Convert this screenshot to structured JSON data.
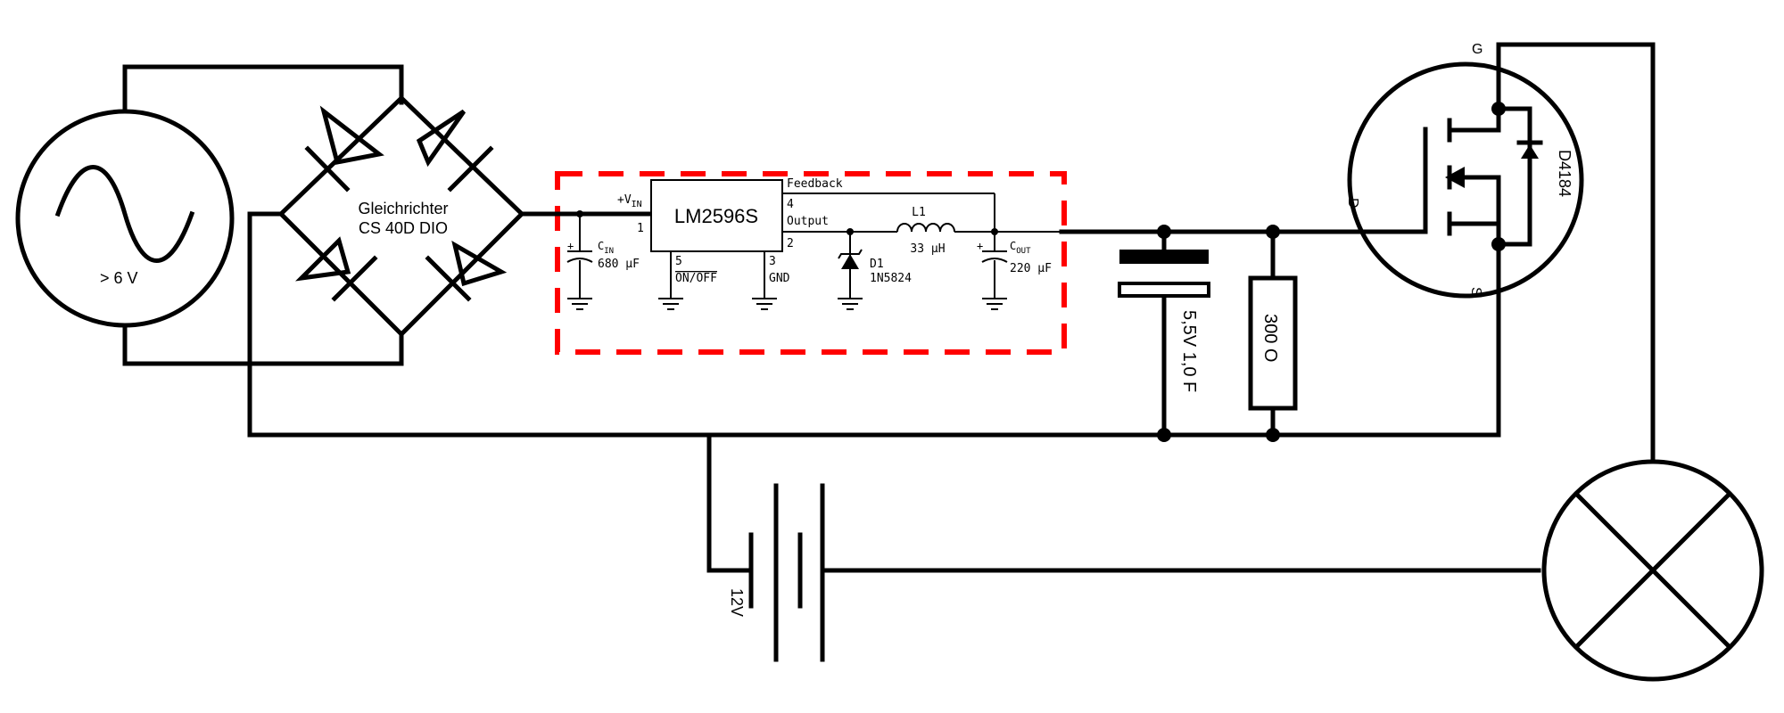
{
  "diagram": {
    "ac_source": {
      "label": "> 6 V"
    },
    "rectifier": {
      "label_line1": "Gleichrichter",
      "label_line2": "CS 40D DIO"
    },
    "regulator": {
      "chip": "LM2596S",
      "vin_label": "+V",
      "vin_sub": "IN",
      "feedback": "Feedback",
      "output": "Output",
      "onoff": "ON/OFF",
      "gnd": "GND",
      "pins": {
        "vin": "1",
        "output": "2",
        "gnd": "3",
        "feedback": "4",
        "onoff": "5"
      }
    },
    "cin": {
      "name": "C",
      "sub": "IN",
      "value": "680 µF"
    },
    "d1": {
      "name": "D1",
      "part": "1N5824"
    },
    "l1": {
      "name": "L1",
      "value": "33 µH"
    },
    "cout": {
      "name": "C",
      "sub": "OUT",
      "value": "220 µF"
    },
    "supercap": {
      "label": "5,5V 1,0 F"
    },
    "resistor": {
      "label": "300 O"
    },
    "mosfet": {
      "part": "D4184",
      "gate": "G",
      "drain": "D",
      "source": "S"
    },
    "battery": {
      "label": "12V"
    },
    "colors": {
      "wire": "#000000",
      "dashed_box": "#ff0000"
    }
  }
}
